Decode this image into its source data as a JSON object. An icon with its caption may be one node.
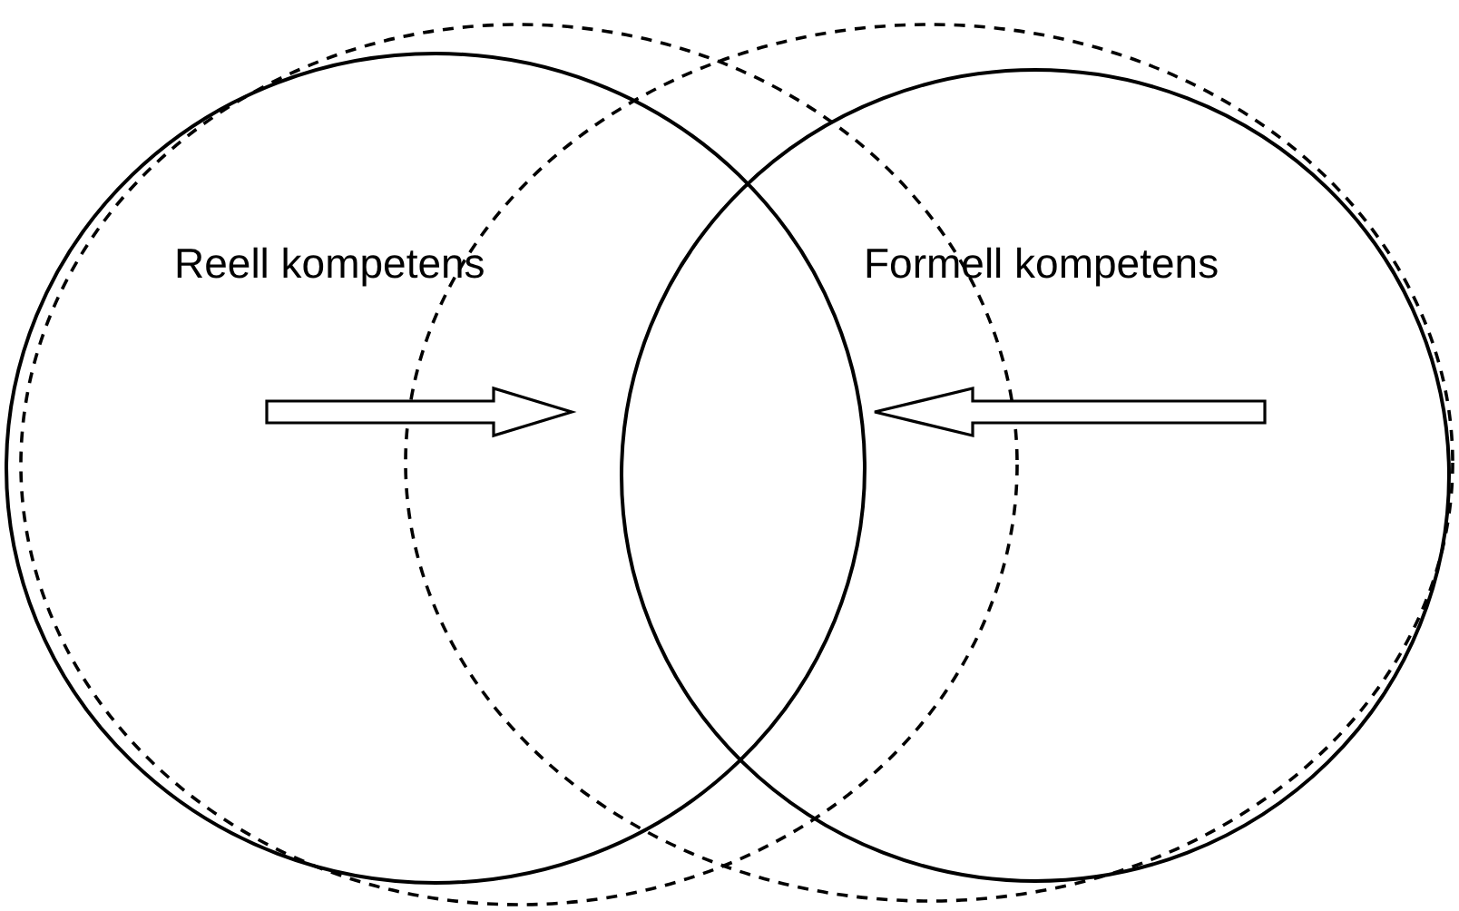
{
  "diagram": {
    "nodes": [
      {
        "text": [],
        "shape": "circle"
      },
      {
        "text": [
          "Reell kompetens"
        ],
        "in": 0
      },
      {
        "text": [],
        "shape": "circle"
      },
      {
        "text": [
          "Formell kompetens"
        ],
        "in": 2
      }
    ]
  }
}
